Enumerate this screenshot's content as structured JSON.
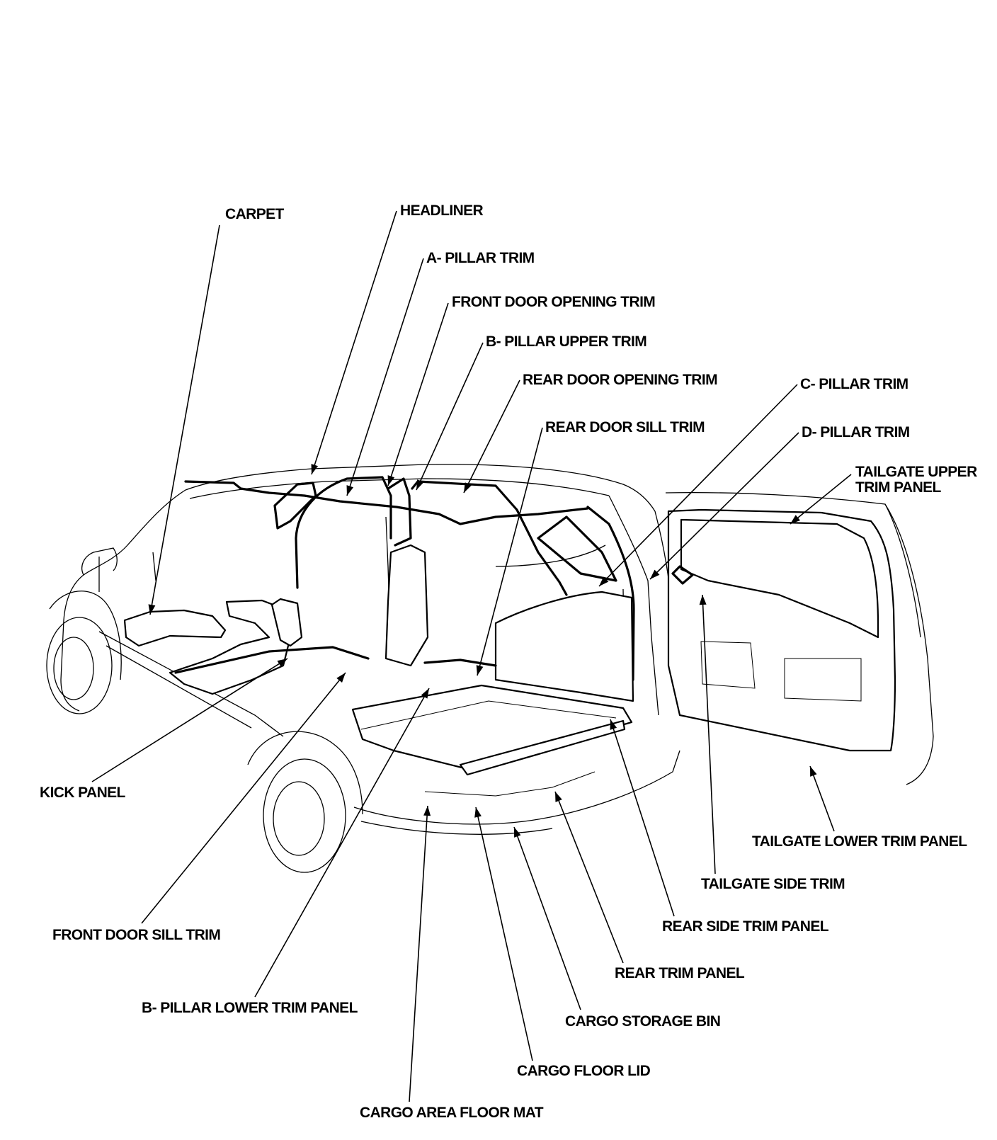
{
  "callouts": {
    "carpet": "CARPET",
    "headliner": "HEADLINER",
    "a_pillar_trim": "A- PILLAR TRIM",
    "front_door_opening_trim": "FRONT DOOR OPENING TRIM",
    "b_pillar_upper_trim": "B- PILLAR UPPER TRIM",
    "rear_door_opening_trim": "REAR DOOR OPENING TRIM",
    "c_pillar_trim": "C- PILLAR TRIM",
    "rear_door_sill_trim": "REAR DOOR SILL TRIM",
    "d_pillar_trim": "D- PILLAR TRIM",
    "tailgate_upper_trim_panel": "TAILGATE UPPER\nTRIM PANEL",
    "kick_panel": "KICK PANEL",
    "tailgate_lower_trim_panel": "TAILGATE LOWER TRIM PANEL",
    "tailgate_side_trim": "TAILGATE SIDE TRIM",
    "front_door_sill_trim": "FRONT DOOR SILL TRIM",
    "rear_side_trim_panel": "REAR SIDE TRIM PANEL",
    "rear_trim_panel": "REAR TRIM PANEL",
    "b_pillar_lower_trim_panel": "B- PILLAR LOWER TRIM PANEL",
    "cargo_storage_bin": "CARGO STORAGE BIN",
    "cargo_floor_lid": "CARGO FLOOR LID",
    "cargo_area_floor_mat": "CARGO AREA FLOOR MAT"
  }
}
